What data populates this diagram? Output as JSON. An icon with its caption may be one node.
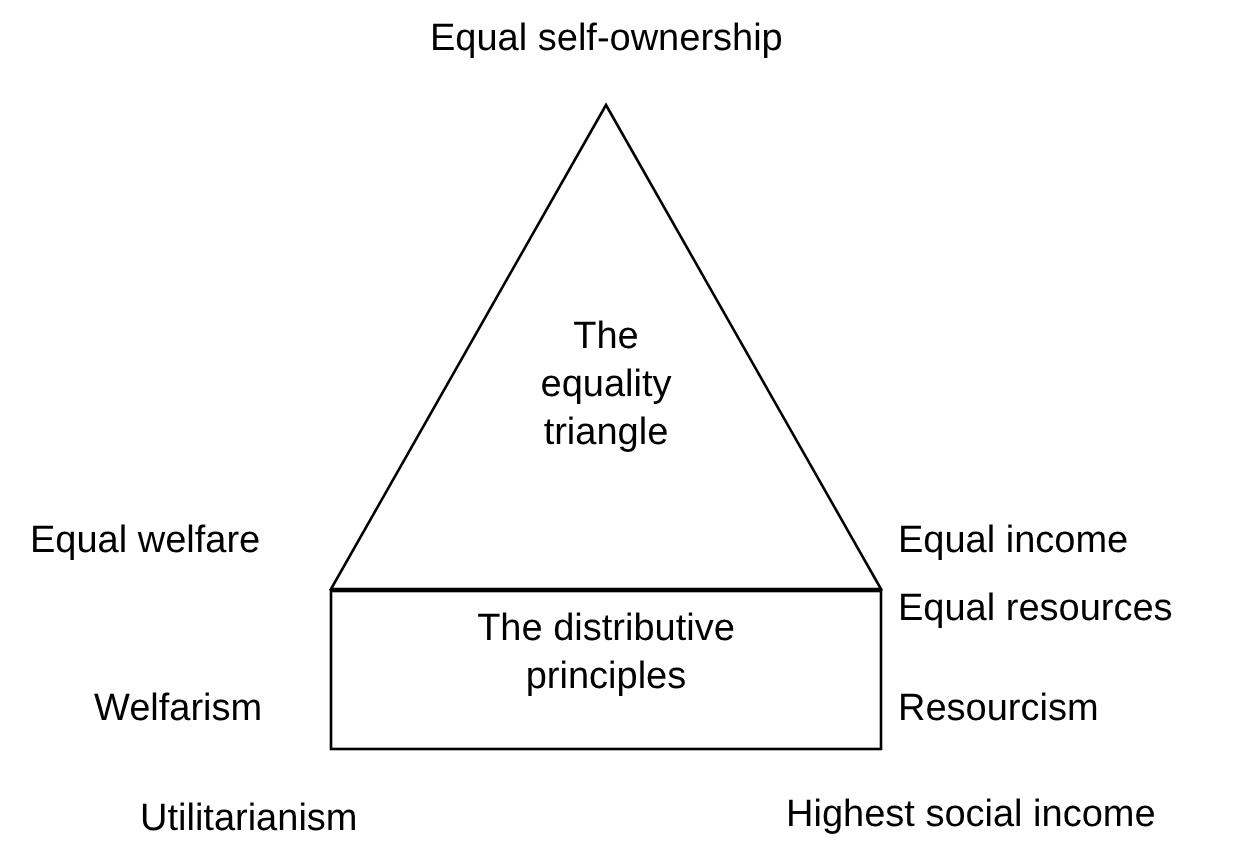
{
  "diagram": {
    "nodes": [
      {
        "text": [
          "The equality triangle"
        ]
      },
      {
        "text": [
          "The distributive principles"
        ]
      }
    ],
    "labels": [
      "Equal self-ownership",
      "Equal welfare",
      "Equal income",
      "Equal resources",
      "Welfarism",
      "Resourcism",
      "Utilitarianism",
      "Highest social income"
    ]
  }
}
